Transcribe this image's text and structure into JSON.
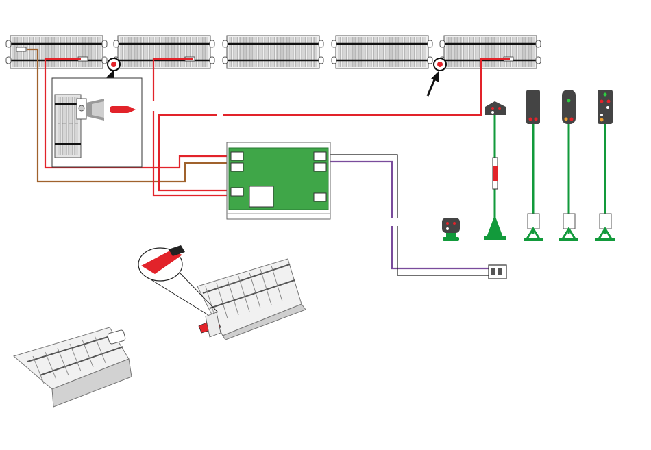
{
  "diagram": {
    "kind": "track wiring diagram",
    "colors": {
      "red_wire": "#e2232a",
      "brown_wire": "#a0622d",
      "violet_wire": "#7a4c9c",
      "black_wire": "#1a1a1a",
      "track_sleeper": "#d9d9d9",
      "track_bed": "#ececec",
      "decoder_board": "#3fa648",
      "signal_green": "#129a3b",
      "signal_head": "#444444"
    },
    "track_sections": [
      {
        "id": "track-1",
        "has_contact_clip": true
      },
      {
        "id": "track-2",
        "has_contact_clip": true
      },
      {
        "id": "track-3",
        "has_contact_clip": false
      },
      {
        "id": "track-4",
        "has_contact_clip": false
      },
      {
        "id": "track-5",
        "has_contact_clip": true
      }
    ],
    "signals": [
      {
        "id": "dwarf-signal",
        "icon": "dwarf-signal-icon"
      },
      {
        "id": "semaphore-signal",
        "icon": "semaphore-signal-icon"
      },
      {
        "id": "block-signal-1",
        "icon": "light-signal-icon"
      },
      {
        "id": "block-signal-2",
        "icon": "light-signal-icon"
      },
      {
        "id": "main-signal",
        "icon": "light-signal-icon"
      }
    ],
    "components": [
      "decoder-module",
      "plug-connector",
      "isolation-insert-detail",
      "track-insert-views"
    ]
  }
}
